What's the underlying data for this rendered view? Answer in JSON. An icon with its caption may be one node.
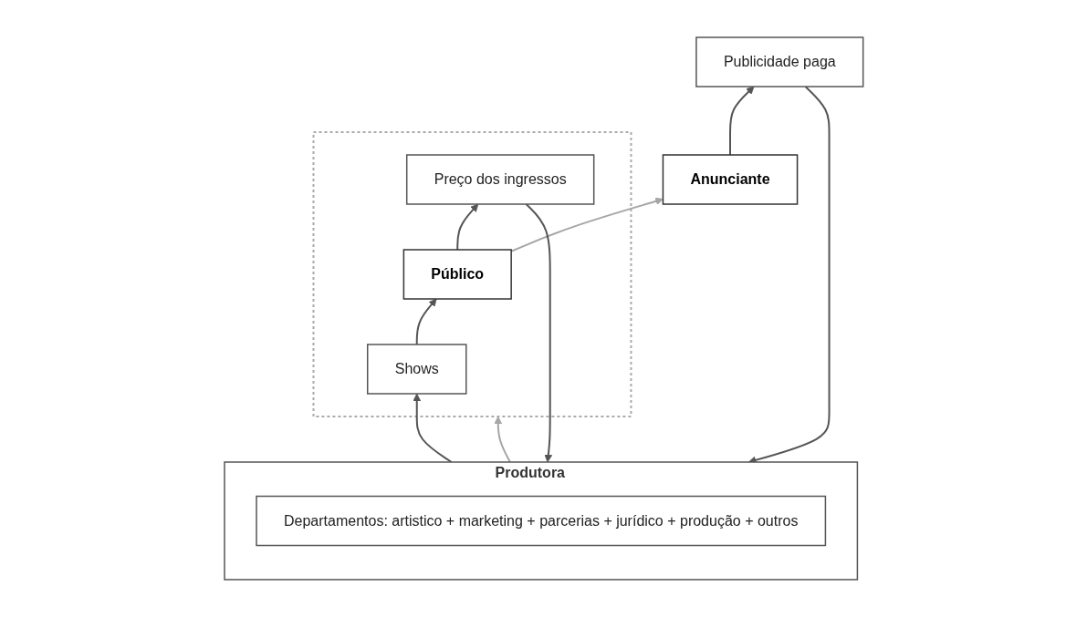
{
  "diagram": {
    "nodes": [
      {
        "text": [],
        "shape": "box"
      },
      {
        "text": [
          "Público"
        ],
        "in": 0
      },
      {
        "text": [
          "Anunciante"
        ]
      },
      {
        "text": [
          "Shows"
        ],
        "in": 0
      },
      {
        "text": [
          "Preço dos ingressos"
        ],
        "in": 0
      },
      {
        "text": [
          "Publicidade paga"
        ]
      },
      {
        "text": [
          "Produtora"
        ]
      },
      {
        "text": [
          "Departamentos: artistico + marketing + parcerias + jurídico + produção + outros"
        ],
        "in": 6
      }
    ],
    "edges": [
      {
        "from": 1,
        "to": 2,
        "arrow": "to",
        "color": "#a6a6a6"
      },
      {
        "from": 3,
        "to": 1,
        "arrow": "to"
      },
      {
        "from": 1,
        "to": 4,
        "arrow": "to"
      },
      {
        "from": 2,
        "to": 5,
        "arrow": "to"
      },
      {
        "from": 6,
        "to": 3,
        "arrow": "to"
      },
      {
        "from": 6,
        "to": 0,
        "arrow": "to",
        "color": "#a6a6a6"
      },
      {
        "from": 4,
        "to": 6,
        "arrow": "to"
      },
      {
        "from": 5,
        "to": 6,
        "arrow": "to"
      }
    ]
  }
}
